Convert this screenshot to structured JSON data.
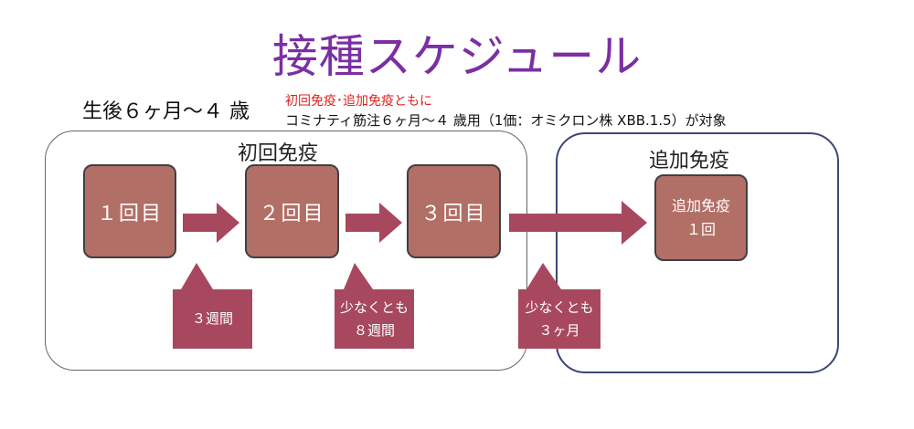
{
  "title": "接種スケジュール",
  "age_range": "生後６ヶ月～４ 歳",
  "note_red": "初回免疫･追加免疫ともに",
  "note_black": "コミナティ筋注６ヶ月～４ 歳用（1価：オミクロン株 XBB.1.5）が対象",
  "primary": {
    "label": "初回免疫",
    "doses": [
      "１回目",
      "２回目",
      "３回目"
    ]
  },
  "booster": {
    "label": "追加免疫",
    "dose_line1": "追加免疫",
    "dose_line2": "１回"
  },
  "intervals": [
    {
      "line1": "３週間",
      "line2": ""
    },
    {
      "line1": "少なくとも",
      "line2": "８週間"
    },
    {
      "line1": "少なくとも",
      "line2": "３ヶ月"
    }
  ],
  "colors": {
    "title": "#7b2fa3",
    "dose_fill": "#b26f66",
    "arrow_fill": "#a8485e",
    "booster_border": "#3b4873",
    "note_red": "#e0211c"
  }
}
